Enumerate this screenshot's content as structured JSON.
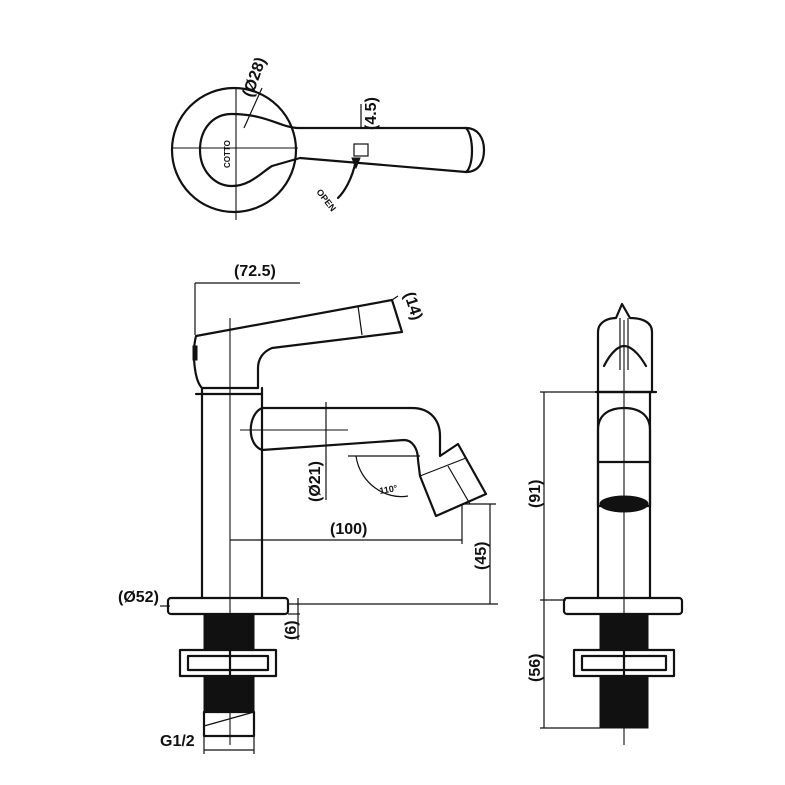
{
  "labels": {
    "handle_diameter": "(Ø28)",
    "handle_thickness": "(4.5)",
    "open": "OPEN",
    "brand": "COTTO",
    "lever_reach": "(72.5)",
    "lever_width": "(14)",
    "spout_diameter": "(Ø21)",
    "spout_angle": "110°",
    "spout_reach": "(100)",
    "spout_height": "(45)",
    "base_diameter": "(Ø52)",
    "base_thickness": "(6)",
    "thread": "G1/2",
    "body_height": "(91)",
    "shank_length": "(56)"
  }
}
